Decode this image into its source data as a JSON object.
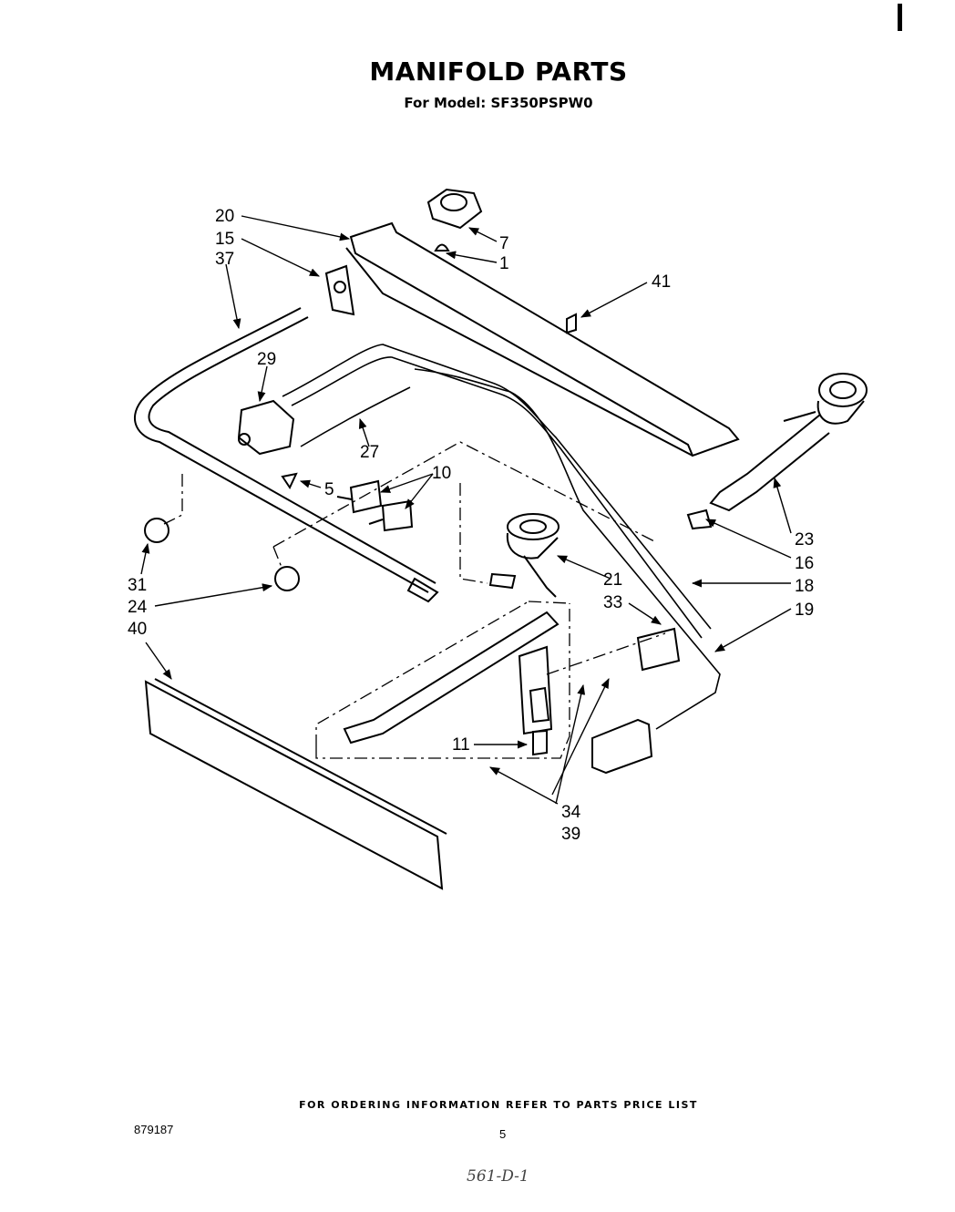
{
  "title": "MANIFOLD PARTS",
  "subtitle": "For Model: SF350PSPW0",
  "footer_note": "FOR ORDERING INFORMATION REFER TO PARTS PRICE LIST",
  "doc_number": "879187",
  "page_number": "5",
  "handwritten_note": "561-D-1",
  "part_labels": [
    "20",
    "15",
    "37",
    "7",
    "1",
    "41",
    "29",
    "27",
    "5",
    "10",
    "31",
    "24",
    "40",
    "21",
    "23",
    "16",
    "18",
    "33",
    "19",
    "11",
    "34",
    "39"
  ]
}
